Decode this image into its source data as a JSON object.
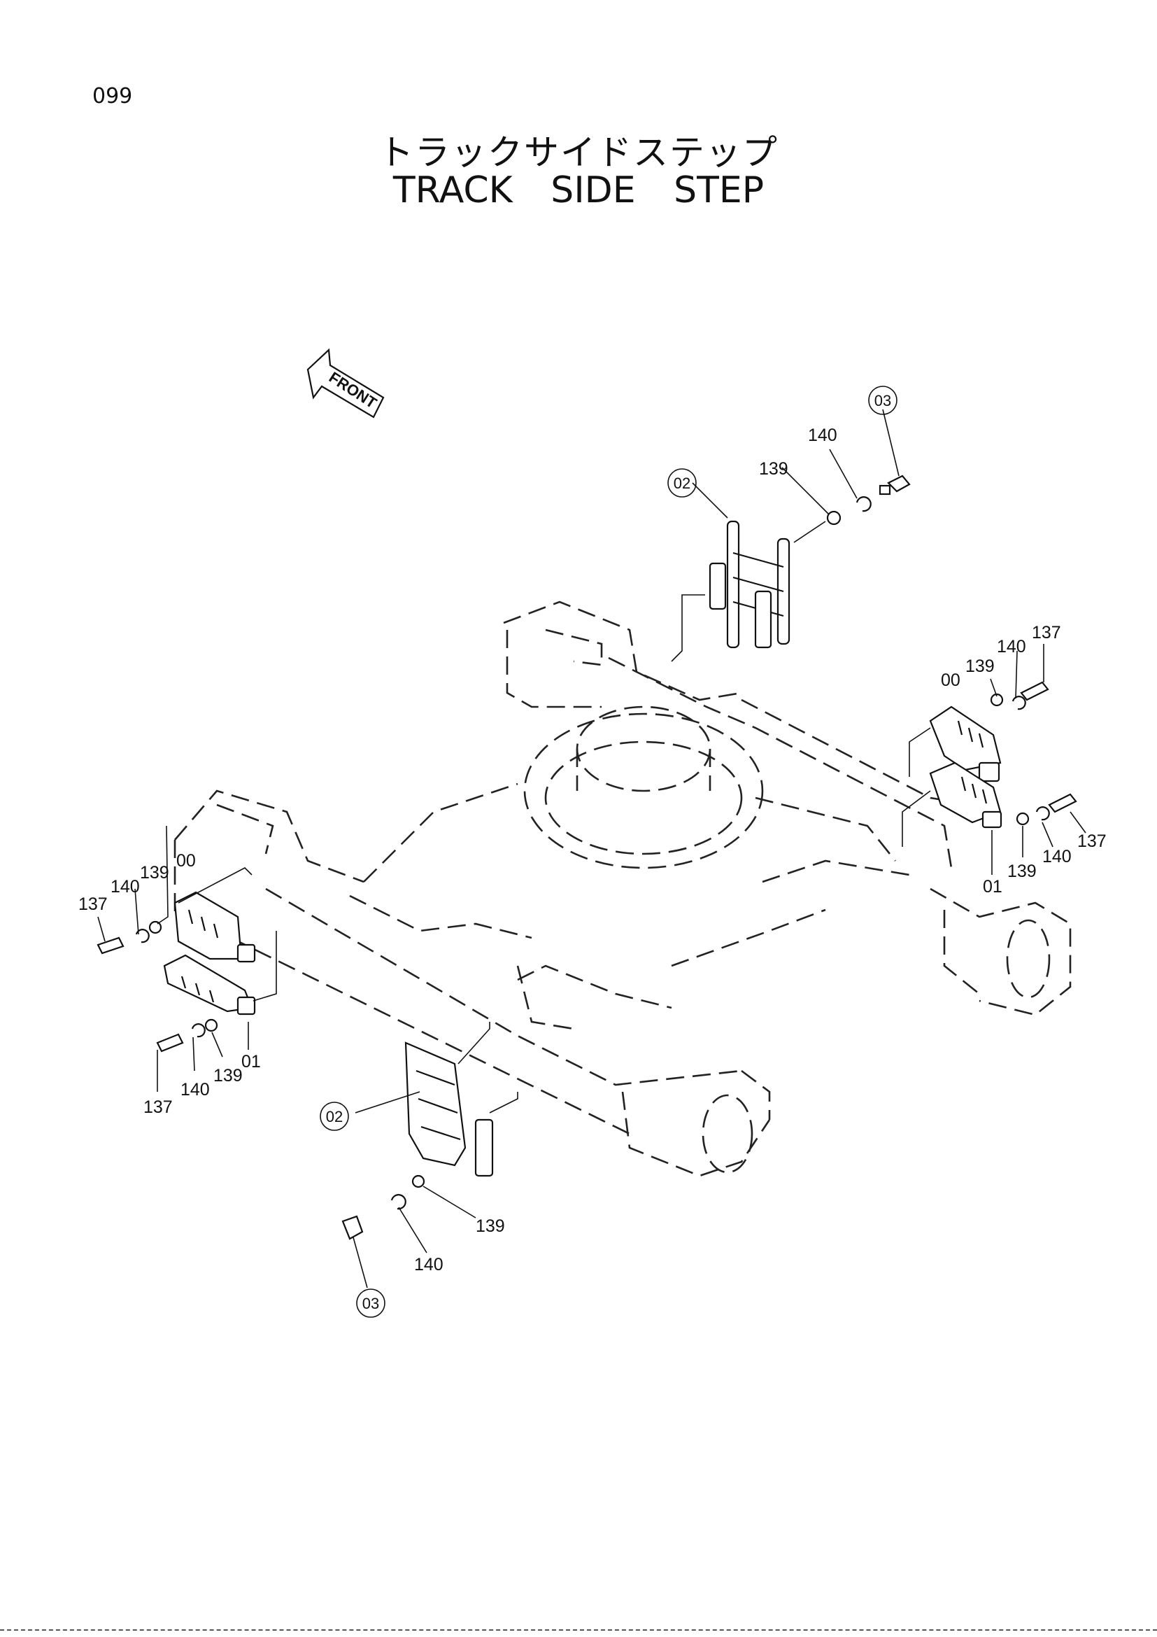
{
  "page_number": "099",
  "title_jp": "トラックサイドステップ",
  "title_en": "TRACK   SIDE   STEP",
  "front_label": "FRONT",
  "callouts": [
    {
      "id": "c-03-top",
      "text": "03",
      "circled": true
    },
    {
      "id": "c-140-top",
      "text": "140",
      "circled": false
    },
    {
      "id": "c-139-top",
      "text": "139",
      "circled": false
    },
    {
      "id": "c-02-top",
      "text": "02",
      "circled": true
    },
    {
      "id": "c-137-r1",
      "text": "137",
      "circled": false
    },
    {
      "id": "c-140-r1",
      "text": "140",
      "circled": false
    },
    {
      "id": "c-139-r1",
      "text": "139",
      "circled": false
    },
    {
      "id": "c-00-r",
      "text": "00",
      "circled": false
    },
    {
      "id": "c-137-r2",
      "text": "137",
      "circled": false
    },
    {
      "id": "c-140-r2",
      "text": "140",
      "circled": false
    },
    {
      "id": "c-139-r2",
      "text": "139",
      "circled": false
    },
    {
      "id": "c-01-r",
      "text": "01",
      "circled": false
    },
    {
      "id": "c-139-l1",
      "text": "139",
      "circled": false
    },
    {
      "id": "c-00-l",
      "text": "00",
      "circled": false
    },
    {
      "id": "c-140-l1",
      "text": "140",
      "circled": false
    },
    {
      "id": "c-137-l1",
      "text": "137",
      "circled": false
    },
    {
      "id": "c-01-l",
      "text": "01",
      "circled": false
    },
    {
      "id": "c-139-l2",
      "text": "139",
      "circled": false
    },
    {
      "id": "c-140-l2",
      "text": "140",
      "circled": false
    },
    {
      "id": "c-137-l2",
      "text": "137",
      "circled": false
    },
    {
      "id": "c-02-bot",
      "text": "02",
      "circled": true
    },
    {
      "id": "c-139-bot",
      "text": "139",
      "circled": false
    },
    {
      "id": "c-140-bot",
      "text": "140",
      "circled": false
    },
    {
      "id": "c-03-bot",
      "text": "03",
      "circled": true
    }
  ]
}
